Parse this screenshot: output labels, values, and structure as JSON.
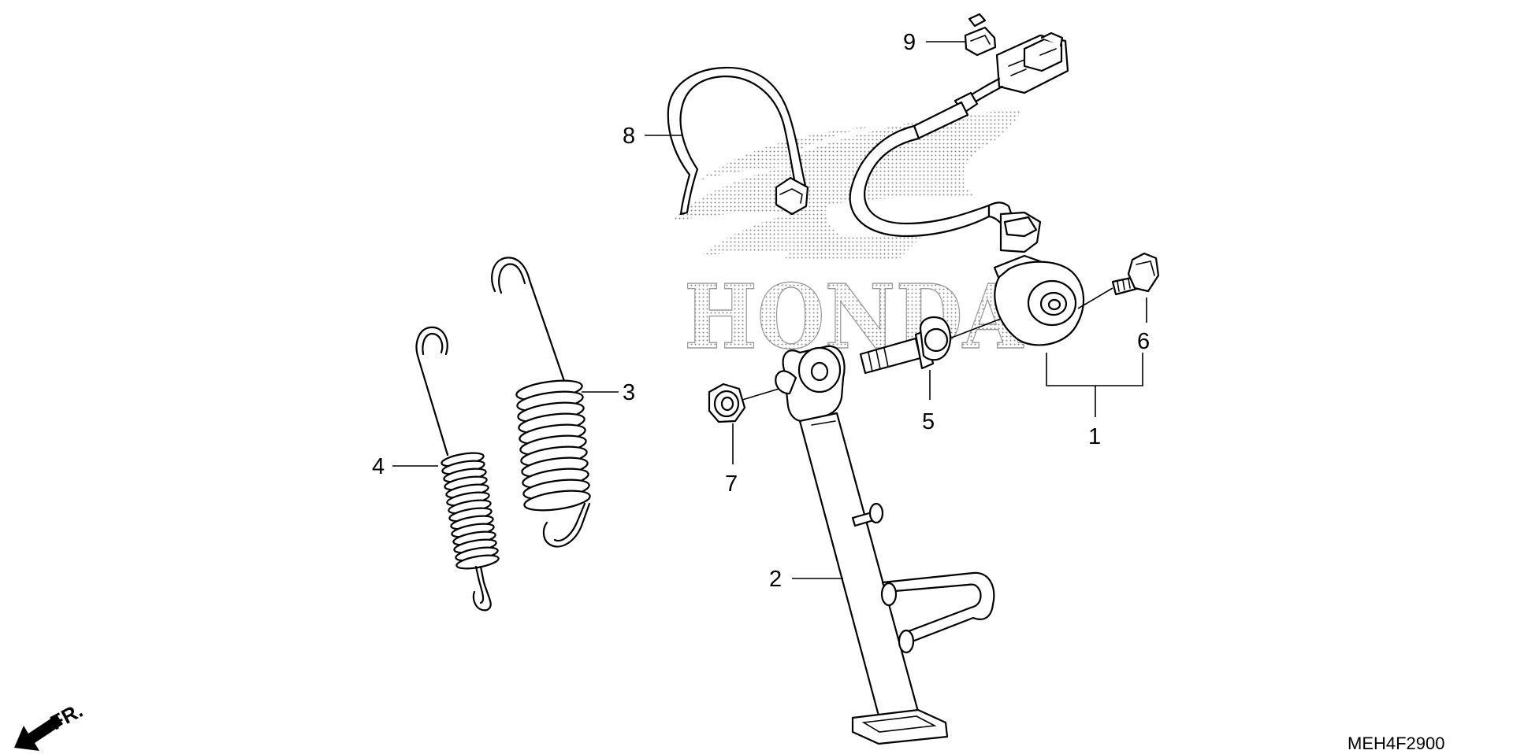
{
  "diagram": {
    "watermark": "HONDA",
    "callouts": {
      "c1": "1",
      "c2": "2",
      "c3": "3",
      "c4": "4",
      "c5": "5",
      "c6": "6",
      "c7": "7",
      "c8": "8",
      "c9": "9"
    },
    "direction_label": "FR.",
    "diagram_code": "MEH4F2900",
    "colors": {
      "ink": "#000000",
      "background": "#ffffff",
      "watermark_dots": "#8a8a8a"
    }
  }
}
